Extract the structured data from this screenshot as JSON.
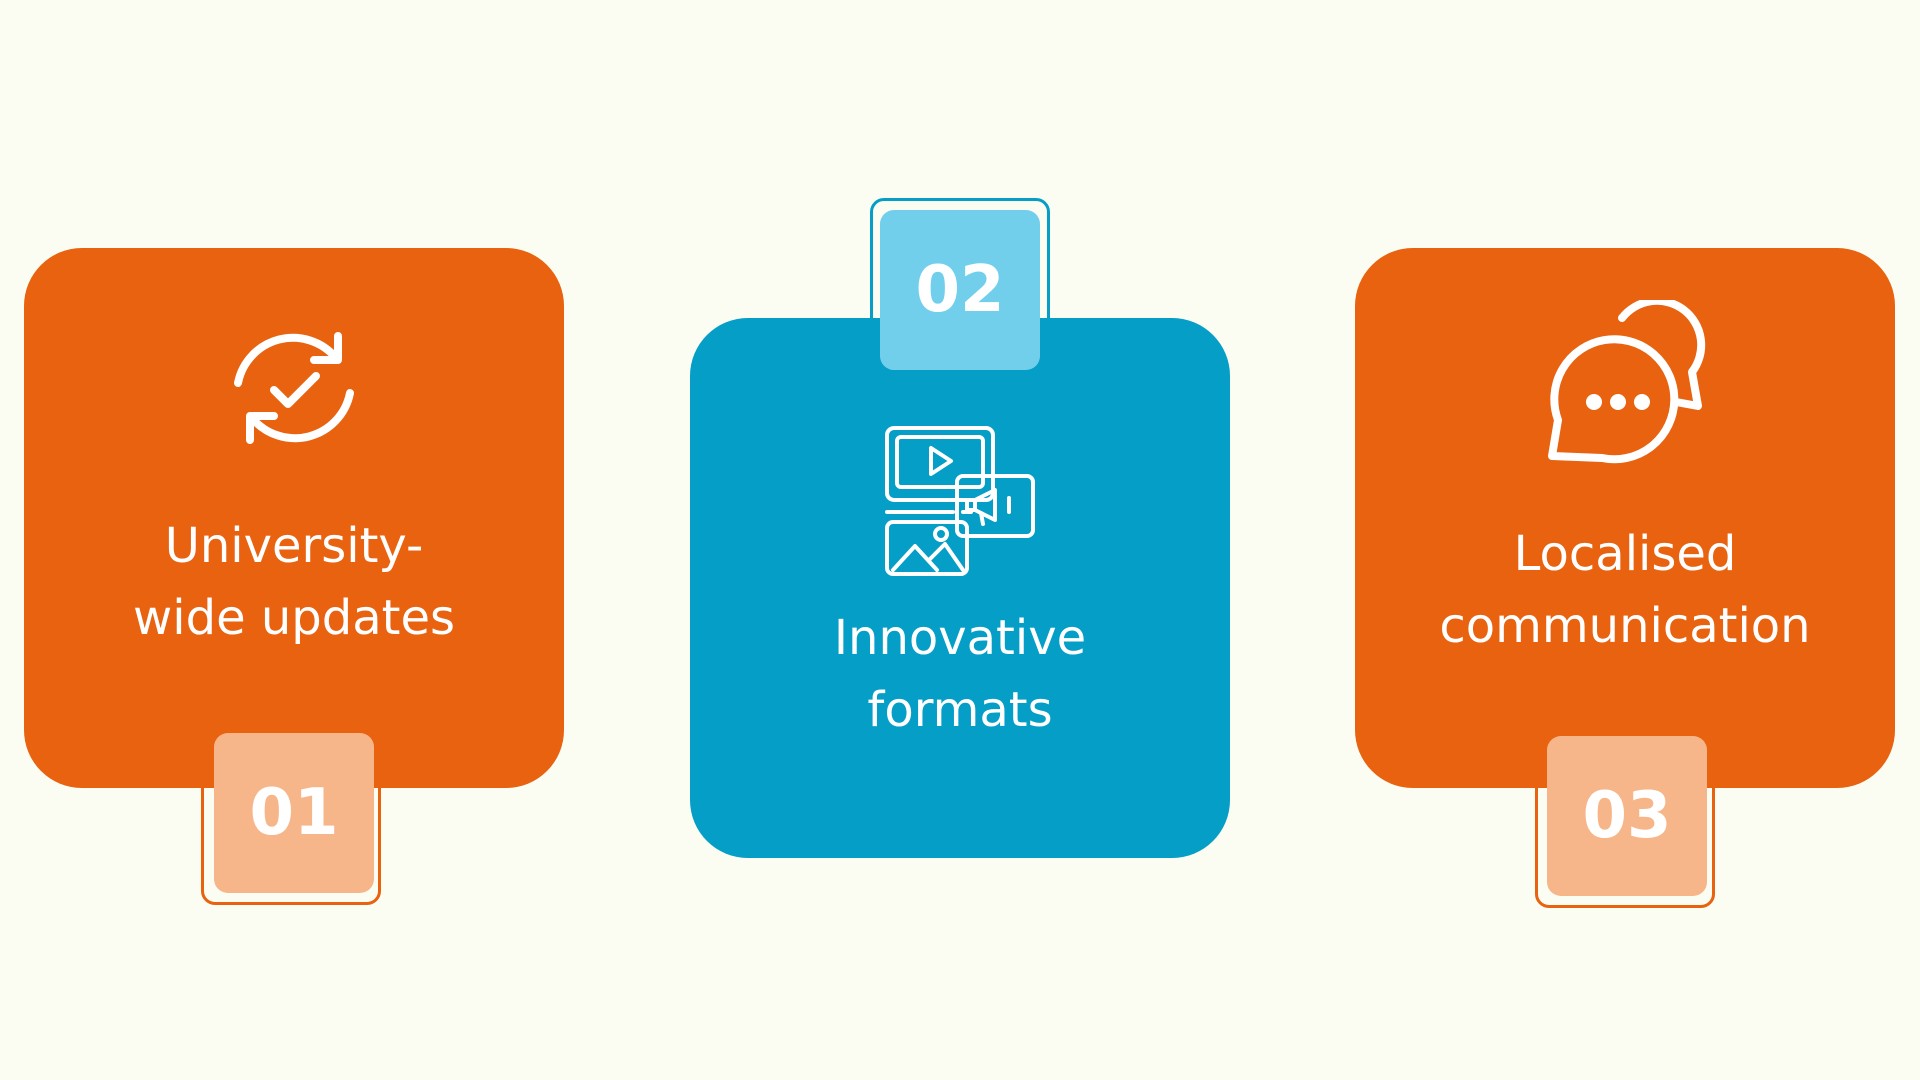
{
  "colors": {
    "background": "#fbfdf3",
    "orange": "#e8620f",
    "orange_light": "#f7b68a",
    "blue": "#049ec7",
    "blue_light": "#72cfec",
    "white": "#ffffff"
  },
  "cards": [
    {
      "number": "01",
      "icon": "sync-check-icon",
      "label_lines": [
        "University-",
        "wide updates"
      ]
    },
    {
      "number": "02",
      "icon": "media-formats-icon",
      "label_lines": [
        "Innovative",
        "formats"
      ]
    },
    {
      "number": "03",
      "icon": "chat-bubbles-icon",
      "label_lines": [
        "Localised",
        "communication"
      ]
    }
  ]
}
